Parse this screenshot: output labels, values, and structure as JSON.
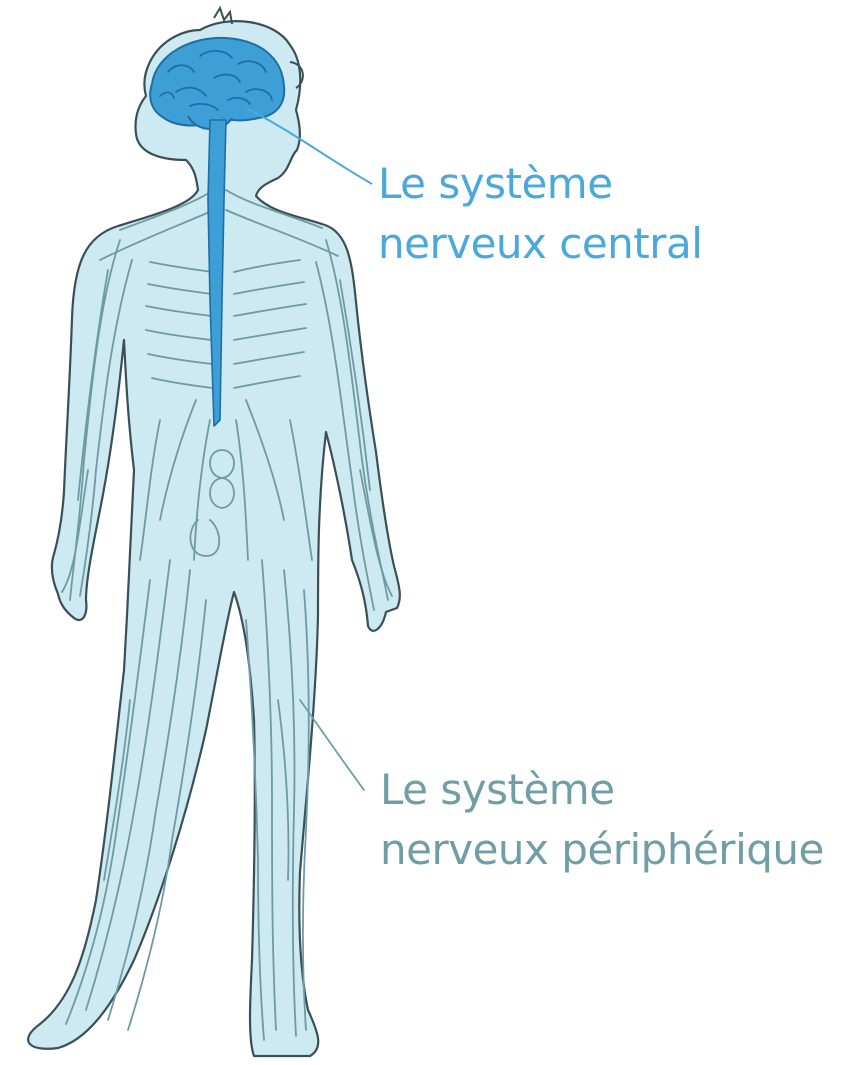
{
  "labels": {
    "central": {
      "line1": "Le système",
      "line2": "nerveux central"
    },
    "peripheral": {
      "line1": "Le système",
      "line2": "nerveux périphérique"
    }
  },
  "colors": {
    "background": "#ffffff",
    "body_fill": "#cde9f2",
    "body_outline": "#3b4f57",
    "cns_fill": "#3e9ed6",
    "cns_dark": "#1f6ea6",
    "nerve_lines": "#6e9aa3",
    "central_label": "#4aa8dc",
    "peripheral_label": "#6f9ea6"
  },
  "icons": {
    "figure": "human-nervous-system-illustration"
  }
}
